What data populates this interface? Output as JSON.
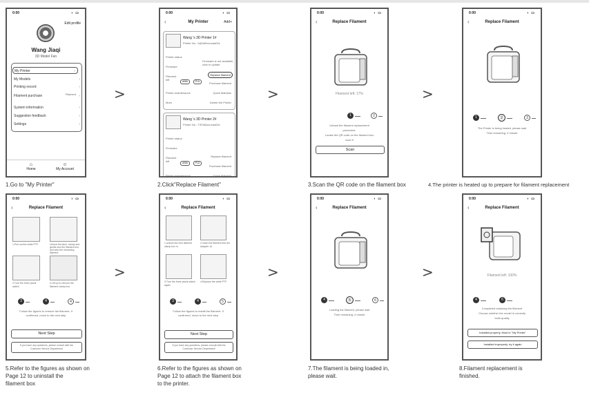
{
  "panels": {
    "p1": {
      "time": "0:00",
      "edit_profile": "Edit profile",
      "user_name": "Wang Jiaqi",
      "user_title": "3D Model Fan",
      "menu": [
        "My Printer",
        "My Models",
        "Printing record",
        "Filament purchase",
        "System information",
        "Suggestion feedback",
        "Settings"
      ],
      "filament_note": "Filament",
      "tab_home": "Home",
      "tab_account": "My Account",
      "caption": "1.Go to \"My Printer\""
    },
    "p2": {
      "time": "0:00",
      "title": "My Printer",
      "add": "Add+",
      "printer1_name": "Wang  's 3D Printer 1#",
      "printer1_no": "Printer No.: 5@3d0ocuxaa02e",
      "printer2_name": "Wang  's 3D Printer 2#",
      "printer2_no": "Printer No.: T/E3d0ocuxaa02e",
      "printer_status": "Printer status",
      "firmware": "Firmware",
      "filament_left": "Filament left",
      "replace_filament": "Replace filament",
      "purchase_filament": "Purchase filament",
      "printer_maintenance": "Printer maintenance",
      "quick_maintain": "Quick Maintain",
      "more": "More",
      "delete_printer": "Delete the Printer",
      "firmware_note": "Firmware is not available, click to update",
      "pill_white": "white",
      "pill_pla": "PLA",
      "caption": "2.Click\"Replace Filament\""
    },
    "p3": {
      "time": "0:00",
      "title": "Replace Filament",
      "filament_left": "Filament left: 17%",
      "step1": "1",
      "step2": "2",
      "info1": "Unload the filament replacement",
      "info2": "procedure.",
      "info3": "Locate the QR code on the filament box",
      "info4": "scan it",
      "scan": "Scan",
      "caption": "3.Scan the QR code on the filament box"
    },
    "p4": {
      "time": "0:00",
      "title": "Replace Filament",
      "step1": "1",
      "step2": "2",
      "step3": "3",
      "info1": "The Printer is being heated, please wait",
      "info2": "Time remaining: 4 minute",
      "caption": "4.The printer is heated up to prepare for filament replacement"
    },
    "p5": {
      "time": "0:00",
      "title": "Replace Filament",
      "fig1": "1.Pull out the white PTF.",
      "fig2": "Unlock the latch, slowly and gentle and the filament box and sets the remaining filament.",
      "fig3": "3.Turn the three plural switch",
      "fig4": "4.Lift up to remove the filament clamp box",
      "step1": "3",
      "step2": "4",
      "step3": "4",
      "info1": "Follow the figures to remove the filament. If",
      "info2": "confirmed, move to the next step",
      "next": "Next Step",
      "contact1": "If you have any questions, please consult with the",
      "contact2": "Customer Service Department",
      "caption1": "5.Refer to the figures as shown on",
      "caption2": "Page 12 to uninstall the",
      "caption3": "filament box"
    },
    "p6": {
      "time": "0:00",
      "title": "Replace Filament",
      "fig1": "1.Unlock the new filament clamp box in",
      "fig2": "2.Insert the filament into the Adapter 1#",
      "fig3": "3.Turn the three plural switch again",
      "fig4": "4.Replace the white PTF",
      "step1": "3",
      "step2": "4",
      "step3": "5",
      "info1": "Follow the figures to install the filament. If",
      "info2": "confirmed, move to the next step",
      "next": "Next Step",
      "contact1": "If you have any questions, please consult with the",
      "contact2": "Customer Service Department",
      "caption1": "6.Refer to the figures as shown on",
      "caption2": "Page 12 to attach the filament box",
      "caption3": "to the printer."
    },
    "p7": {
      "time": "0:00",
      "title": "Replace Filament",
      "step1": "4",
      "step2": "5",
      "step3": "6",
      "info1": "Loading the filament, please wait",
      "info2": "Time remaining: 4 minute",
      "caption1": "7.The filament is being loaded in,",
      "caption2": "please wait."
    },
    "p8": {
      "time": "0:00",
      "title": "Replace Filament",
      "filament_left": "Filament left: 100%",
      "step1": "4",
      "step2": "6",
      "info1": "Completed replacing the filament",
      "info2": "Choose whether the model is correctly",
      "info3": "build quality",
      "btn1": "Installed properly, Must to \"My Printer\"",
      "btn2": "Installed improperly, try it again",
      "caption1": "8.Filament replacement is",
      "caption2": "finished."
    }
  },
  "separators": {
    "gt": ">"
  }
}
